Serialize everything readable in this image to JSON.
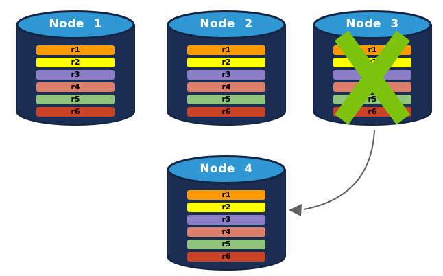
{
  "colors": {
    "background": "#FFFFFF",
    "cylinder_body": "#1B2D52",
    "cylinder_outline": "#142443",
    "cylinder_top": "#2F97D4",
    "title_text": "#FFFFFF",
    "row_text": "#000000",
    "failure_x": "#7DC30E",
    "arrow": "#606060"
  },
  "rows": [
    {
      "label": "r1",
      "color": "#FF9900"
    },
    {
      "label": "r2",
      "color": "#FFFF00"
    },
    {
      "label": "r3",
      "color": "#8B7EC6"
    },
    {
      "label": "r4",
      "color": "#DD7E6B"
    },
    {
      "label": "r5",
      "color": "#90C47E"
    },
    {
      "label": "r6",
      "color": "#CB4125"
    }
  ],
  "nodes": [
    {
      "title": "Node 1",
      "failed": false
    },
    {
      "title": "Node 2",
      "failed": false
    },
    {
      "title": "Node 3",
      "failed": true
    },
    {
      "title": "Node 4",
      "failed": false
    }
  ],
  "failover_arrow": {
    "from": "Node 3",
    "to": "Node 4"
  }
}
